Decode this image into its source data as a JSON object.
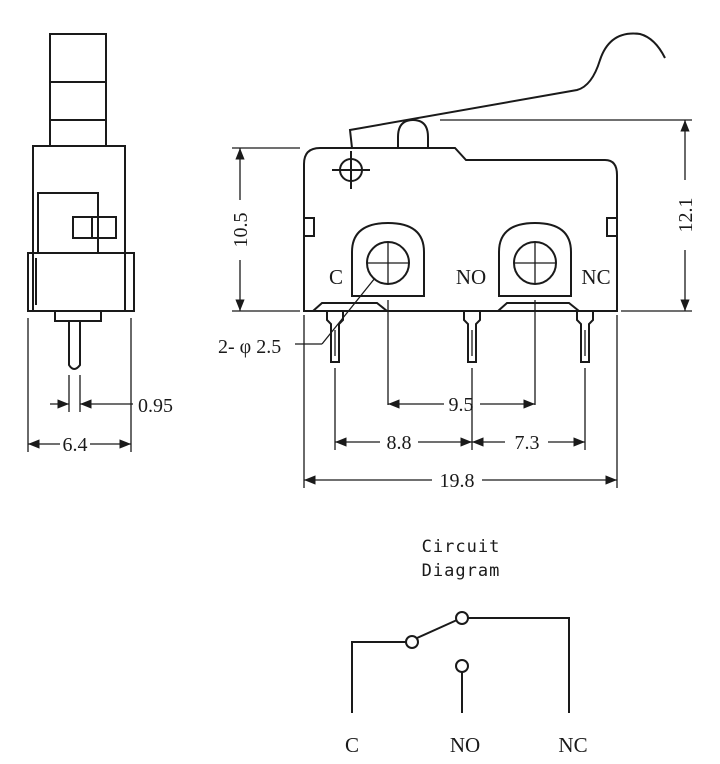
{
  "dimensions": {
    "lever_width": "0.95",
    "side_width": "6.4",
    "body_height": "10.5",
    "overall_height": "12.1",
    "hole_spec": "2- φ 2.5",
    "hole_spacing": "9.5",
    "pin_c_no": "8.8",
    "pin_no_nc": "7.3",
    "body_length": "19.8"
  },
  "front_labels": {
    "c": "C",
    "no": "NO",
    "nc": "NC"
  },
  "circuit": {
    "title_line1": "Circuit",
    "title_line2": "Diagram",
    "labels": {
      "c": "C",
      "no": "NO",
      "nc": "NC"
    }
  }
}
